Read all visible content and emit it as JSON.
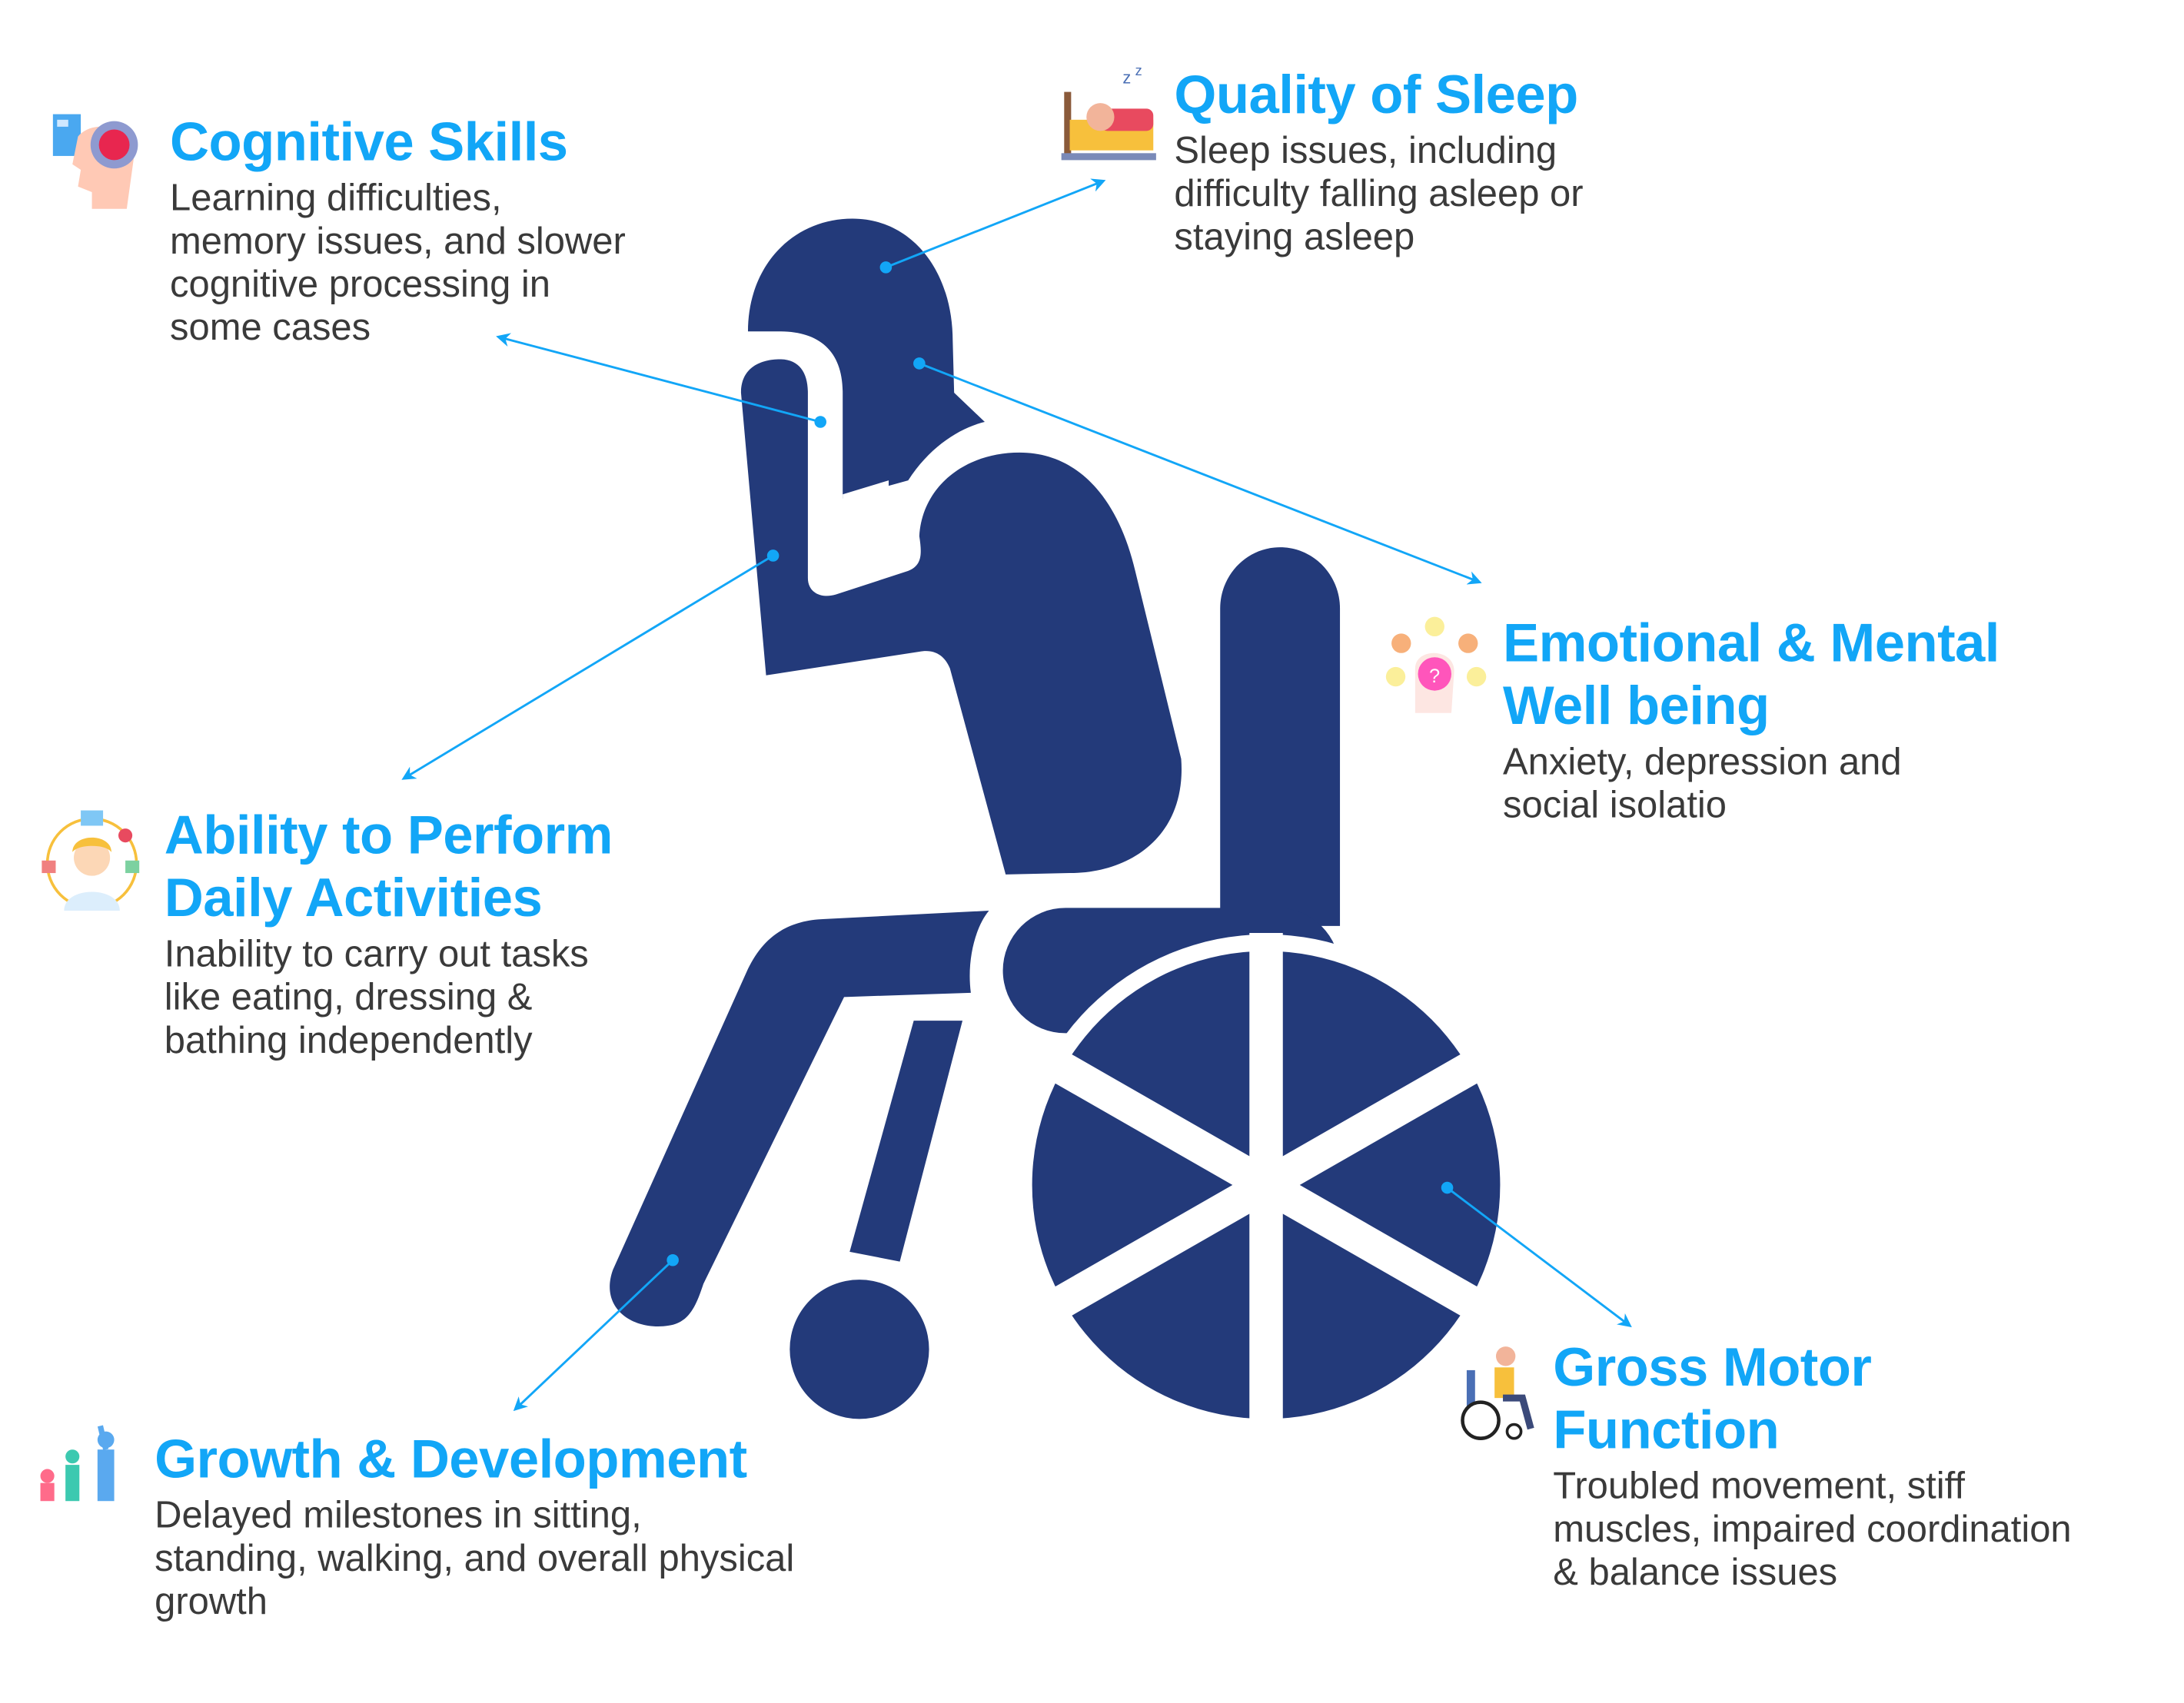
{
  "colors": {
    "figure": "#233a7a",
    "accent": "#12a6f7",
    "text": "#3a3a3a"
  },
  "sections": {
    "cognitive": {
      "icon": "brain-gear-head-icon",
      "title": [
        "Cognitive Skills"
      ],
      "body": [
        "Learning difficulties,",
        "memory issues, and slower",
        "cognitive processing in",
        "some cases"
      ]
    },
    "sleep": {
      "icon": "sleeping-person-icon",
      "title": [
        "Quality of Sleep"
      ],
      "body": [
        "Sleep issues, including",
        "difficulty falling asleep or",
        "staying asleep"
      ]
    },
    "emotional": {
      "icon": "emotions-head-icon",
      "title": [
        "Emotional & Mental",
        "Well being"
      ],
      "body": [
        "Anxiety, depression and",
        "social isolatio"
      ]
    },
    "daily": {
      "icon": "daily-activities-person-icon",
      "title": [
        "Ability to Perform",
        "Daily Activities"
      ],
      "body": [
        "Inability to carry out tasks",
        "like eating, dressing &",
        "bathing independently"
      ]
    },
    "growth": {
      "icon": "growing-people-icon",
      "title": [
        "Growth & Development"
      ],
      "body": [
        "Delayed milestones in sitting,",
        "standing, walking, and overall physical",
        "growth"
      ]
    },
    "motor": {
      "icon": "wheelchair-user-icon",
      "title": [
        "Gross Motor",
        "Function"
      ],
      "body": [
        "Troubled movement, stiff",
        "muscles, impaired coordination",
        "& balance issues"
      ]
    }
  }
}
